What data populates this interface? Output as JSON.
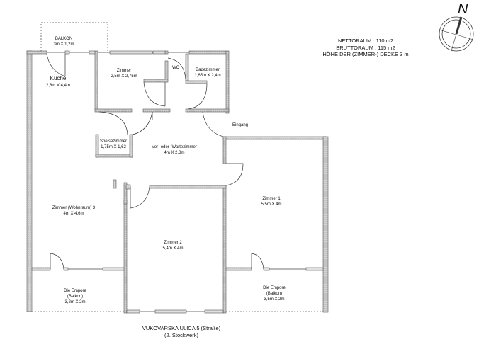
{
  "summary": {
    "netto": "NETTORAUM : 110 m2",
    "brutto": "BRUTTORAUM : 115 m2",
    "height": "HÖHE DER (ZIMMER-) DECKE 3 m"
  },
  "compass": {
    "label": "N"
  },
  "address": {
    "street": "VUKOVARSKA ULICA 5 (Straße)",
    "floor": "(2. Stockwerk)"
  },
  "rooms": {
    "balkon": {
      "name": "BALKON",
      "dims": "3m X 1,2m"
    },
    "kueche": {
      "name": "Küche",
      "dims": "2,8m X 4,4m"
    },
    "zimmer_small": {
      "name": "Zimmer",
      "dims": "2,5m X 2,75m"
    },
    "wc": {
      "name": "WC"
    },
    "badezimmer": {
      "name": "Badezimmer",
      "dims": "1,65m X 2,4m"
    },
    "eingang": {
      "name": "Eingang"
    },
    "speisezimmer": {
      "name": "Speisezimmer",
      "dims": "1,75m X 1,62"
    },
    "vorzimmer": {
      "name": "Vor- oder -Wartezimmer",
      "dims": "4m X 2,8m"
    },
    "zimmer1": {
      "name": "Zimmer 1",
      "dims": "5,5m X 4m"
    },
    "zimmer3": {
      "name": "Zimmer (Wohnraum) 3",
      "dims": "4m X 4,6m"
    },
    "zimmer2": {
      "name": "Zimmer 2",
      "dims": "5,4m X 4m"
    },
    "empore_left": {
      "name": "Die Empore",
      "sub": "(Balkon)",
      "dims": "3,2m X 2m"
    },
    "empore_right": {
      "name": "Die Empore",
      "sub": "(Balkon)",
      "dims": "3,5m X 2m"
    }
  },
  "colors": {
    "wall_fill": "#c8c8c8",
    "wall_stroke": "#555555",
    "line": "#333333",
    "background": "#ffffff"
  }
}
